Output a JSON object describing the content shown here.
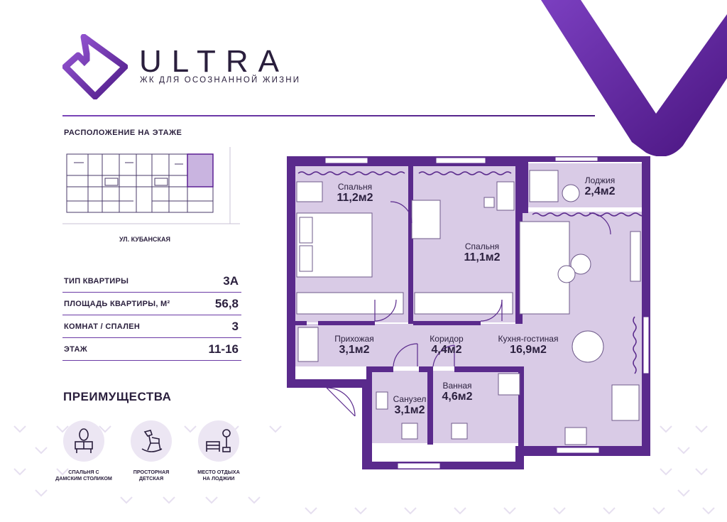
{
  "brand": {
    "name": "ULTRA",
    "tagline": "ЖК ДЛЯ ОСОЗНАННОЙ ЖИЗНИ"
  },
  "location": {
    "title": "РАСПОЛОЖЕНИЕ НА ЭТАЖЕ",
    "street": "УЛ. КУБАНСКАЯ"
  },
  "specs": [
    {
      "label": "ТИП КВАРТИРЫ",
      "value": "3А"
    },
    {
      "label": "ПЛОЩАДЬ КВАРТИРЫ, М²",
      "value": "56,8"
    },
    {
      "label": "КОМНАТ / СПАЛЕН",
      "value": "3"
    },
    {
      "label": "ЭТАЖ",
      "value": "11-16"
    }
  ],
  "advantages": {
    "title": "ПРЕИМУЩЕСТВА",
    "items": [
      {
        "icon": "vanity-table-icon",
        "line1": "СПАЛЬНЯ С",
        "line2": "ДАМСКИМ СТОЛИКОМ"
      },
      {
        "icon": "rocking-horse-icon",
        "line1": "ПРОСТОРНАЯ",
        "line2": "ДЕТСКАЯ"
      },
      {
        "icon": "bench-tree-icon",
        "line1": "МЕСТО ОТДЫХА",
        "line2": "НА ЛОДЖИИ"
      }
    ]
  },
  "rooms": {
    "bedroom1": {
      "name": "Спальня",
      "area": "11,2м2"
    },
    "bedroom2": {
      "name": "Спальня",
      "area": "11,1м2"
    },
    "loggia": {
      "name": "Лоджия",
      "area": "2,4м2"
    },
    "hall": {
      "name": "Прихожая",
      "area": "3,1м2"
    },
    "corridor": {
      "name": "Коридор",
      "area": "4,4м2"
    },
    "kitchen": {
      "name": "Кухня-гостиная",
      "area": "16,9м2"
    },
    "wc": {
      "name": "Санузел",
      "area": "3,1м2"
    },
    "bath": {
      "name": "Ванная",
      "area": "4,6м2"
    }
  },
  "colors": {
    "accent": "#5b1e93",
    "wall": "#5a2a8c",
    "room_fill": "#d9cbe6",
    "text": "#2a1f3d"
  }
}
